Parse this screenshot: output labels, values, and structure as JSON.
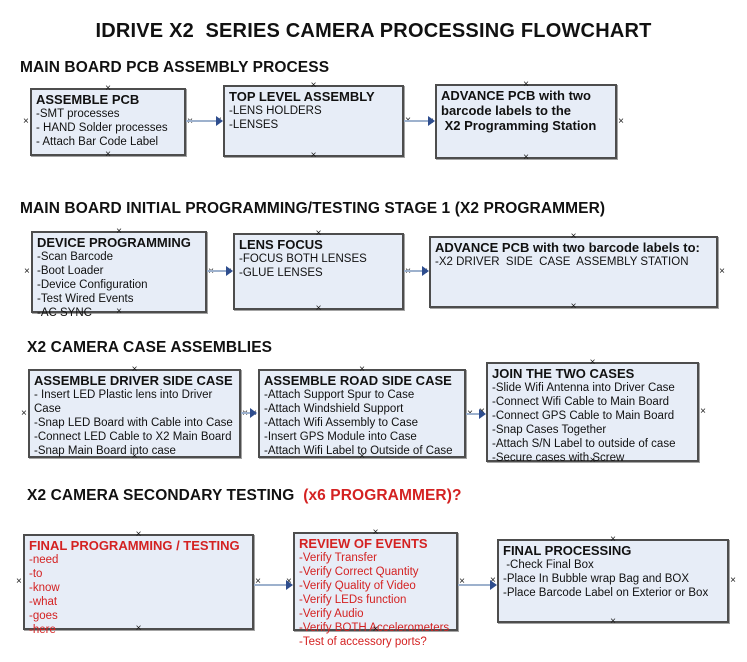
{
  "title": "IDRIVE X2  SERIES CAMERA PROCESSING FLOWCHART",
  "colors": {
    "accent_red": "#d42222",
    "box_fill": "#e7edf7",
    "box_border": "#4d4d4d",
    "arrow_line": "#9db1cd",
    "arrow_head": "#2e4d8e"
  },
  "sections": [
    {
      "heading": "MAIN BOARD PCB ASSEMBLY PROCESS",
      "boxes": [
        {
          "title": "ASSEMBLE PCB",
          "lines": [
            "-SMT processes",
            "- HAND Solder processes",
            "- Attach Bar Code Label"
          ]
        },
        {
          "title": "TOP LEVEL ASSEMBLY",
          "lines": [
            "-LENS HOLDERS",
            "-LENSES"
          ]
        },
        {
          "title": "ADVANCE PCB with two\nbarcode labels to the\n X2 Programming Station",
          "lines": []
        }
      ]
    },
    {
      "heading": "MAIN BOARD INITIAL PROGRAMMING/TESTING STAGE 1 (X2 PROGRAMMER)",
      "boxes": [
        {
          "title": "DEVICE PROGRAMMING",
          "lines": [
            "-Scan Barcode",
            "-Boot Loader",
            "-Device Configuration",
            "-Test Wired Events",
            "-AC SYNC"
          ]
        },
        {
          "title": "LENS FOCUS",
          "lines": [
            "-FOCUS BOTH LENSES",
            "-GLUE LENSES"
          ]
        },
        {
          "title": "ADVANCE PCB with two barcode labels to:",
          "lines": [
            "-X2 DRIVER  SIDE  CASE  ASSEMBLY STATION"
          ]
        }
      ]
    },
    {
      "heading": "X2 CAMERA CASE ASSEMBLIES",
      "boxes": [
        {
          "title": "ASSEMBLE DRIVER SIDE CASE",
          "lines": [
            "- Insert LED Plastic lens into Driver Case",
            "-Snap LED Board with Cable into Case",
            "-Connect LED Cable to X2 Main Board",
            "-Snap Main Board into case"
          ]
        },
        {
          "title": "ASSEMBLE ROAD SIDE CASE",
          "lines": [
            "-Attach Support Spur to Case",
            "-Attach Windshield Support",
            "-Attach Wifi Assembly to Case",
            "-Insert GPS Module into Case",
            "-Attach Wifi Label to Outside of Case"
          ]
        },
        {
          "title": "JOIN THE TWO CASES",
          "lines": [
            "-Slide Wifi Antenna into Driver Case",
            "-Connect Wifi Cable to Main Board",
            "-Connect GPS Cable to Main Board",
            "-Snap Cases Together",
            "-Attach S/N Label to outside of case",
            "-Secure cases with Screw"
          ]
        }
      ]
    },
    {
      "heading": "X2 CAMERA SECONDARY TESTING",
      "heading_red": "  (x6 PROGRAMMER)?",
      "boxes": [
        {
          "title": "FINAL PROGRAMMING / TESTING",
          "lines": [
            "-need",
            "-to",
            "-know",
            "-what",
            "-goes",
            "-here"
          ]
        },
        {
          "title": "REVIEW OF EVENTS",
          "lines": [
            "-Verify Transfer",
            "-Verify Correct Quantity",
            "-Verify Quality of Video",
            "-Verify LEDs function",
            "-Verify Audio",
            "-Verify BOTH Accelerometers",
            "-Test of accessory ports?"
          ]
        },
        {
          "title": "FINAL PROCESSING",
          "lines": [
            " -Check Final Box",
            "-Place In Bubble wrap Bag and BOX",
            "-Place Barcode Label on Exterior or Box"
          ]
        }
      ]
    }
  ]
}
